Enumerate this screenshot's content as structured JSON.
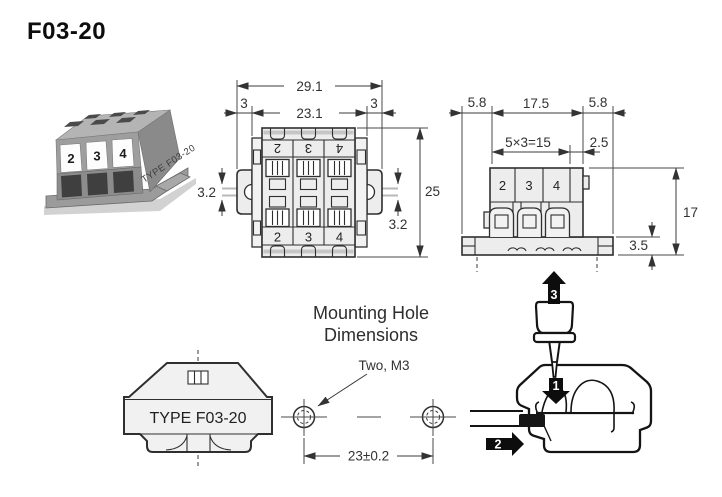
{
  "title": "F03-20",
  "colors": {
    "background": "#ffffff",
    "drawing_line": "#2f2f2f",
    "dimension_text": "#333333",
    "body_fill": "#ededed",
    "rail_slot_gray": "#b8b8b8",
    "illustration_black": "#141414",
    "photo_gray": "#9e9e9e"
  },
  "photo": {
    "terminals": [
      "2",
      "3",
      "4"
    ],
    "side_label": "TYPE F03-20"
  },
  "front_view": {
    "terminals_top": [
      "2",
      "3",
      "4"
    ],
    "terminals_bottom": [
      "2",
      "3",
      "4"
    ],
    "dim_overall_width": "29.1",
    "dim_left": "3",
    "dim_inner_width": "23.1",
    "dim_right": "3",
    "dim_height": "25",
    "dim_notch_left": "3.2",
    "dim_notch_right": "3.2"
  },
  "side_view": {
    "terminals": [
      "2",
      "3",
      "4"
    ],
    "dim_left": "5.8",
    "dim_center": "17.5",
    "dim_right": "5.8",
    "dim_pitch": "5×3=15",
    "dim_offset": "2.5",
    "dim_height": "17",
    "dim_base": "3.5"
  },
  "end_view": {
    "label": "TYPE F03-20"
  },
  "mounting": {
    "title_line1": "Mounting Hole",
    "title_line2": "Dimensions",
    "callout": "Two, M3",
    "dim_spacing": "23±0.2"
  },
  "wiring": {
    "step1": "1",
    "step2": "2",
    "step3": "3"
  }
}
